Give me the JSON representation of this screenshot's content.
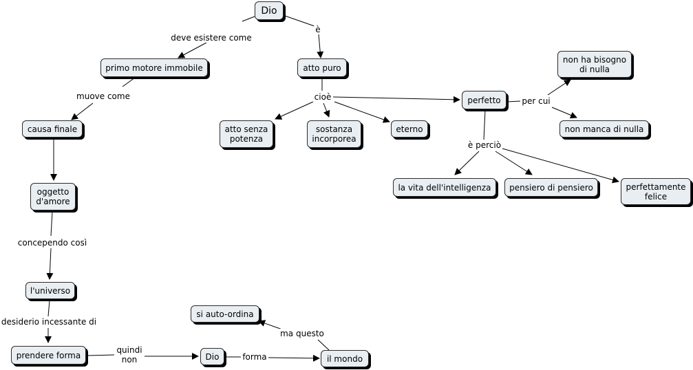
{
  "nodes": {
    "dio_top": "Dio",
    "primo_motore": "primo motore immobile",
    "atto_puro": "atto puro",
    "causa_finale": "causa finale",
    "atto_senza_potenza": "atto senza\npotenza",
    "sostanza_incorporea": "sostanza\nincorporea",
    "eterno": "eterno",
    "perfetto": "perfetto",
    "non_ha_bisogno": "non ha bisogno\ndi nulla",
    "non_manca": "non manca di nulla",
    "vita_intelligenza": "la vita dell'intelligenza",
    "pensiero_di_pensiero": "pensiero di pensiero",
    "perfettamente_felice": "perfettamente\nfelice",
    "oggetto_amore": "oggetto\nd'amore",
    "universo": "l'universo",
    "prendere_forma": "prendere forma",
    "dio_bottom": "Dio",
    "il_mondo": "il mondo",
    "auto_ordina": "si auto-ordina"
  },
  "links": {
    "deve_esistere": "deve esistere come",
    "e": "è",
    "muove_come": "muove come",
    "cioe": "cioè",
    "per_cui": "per cui",
    "e_percio": "è perciò",
    "concependo": "concependo così",
    "desiderio": "desiderio incessante di",
    "quindi_non": "quindi\nnon",
    "forma": "forma",
    "ma_questo": "ma questo"
  },
  "colors": {
    "node_fill": "#e8eef2",
    "node_border": "#2b2b2b",
    "shadow": "#000000",
    "line": "#000000"
  }
}
